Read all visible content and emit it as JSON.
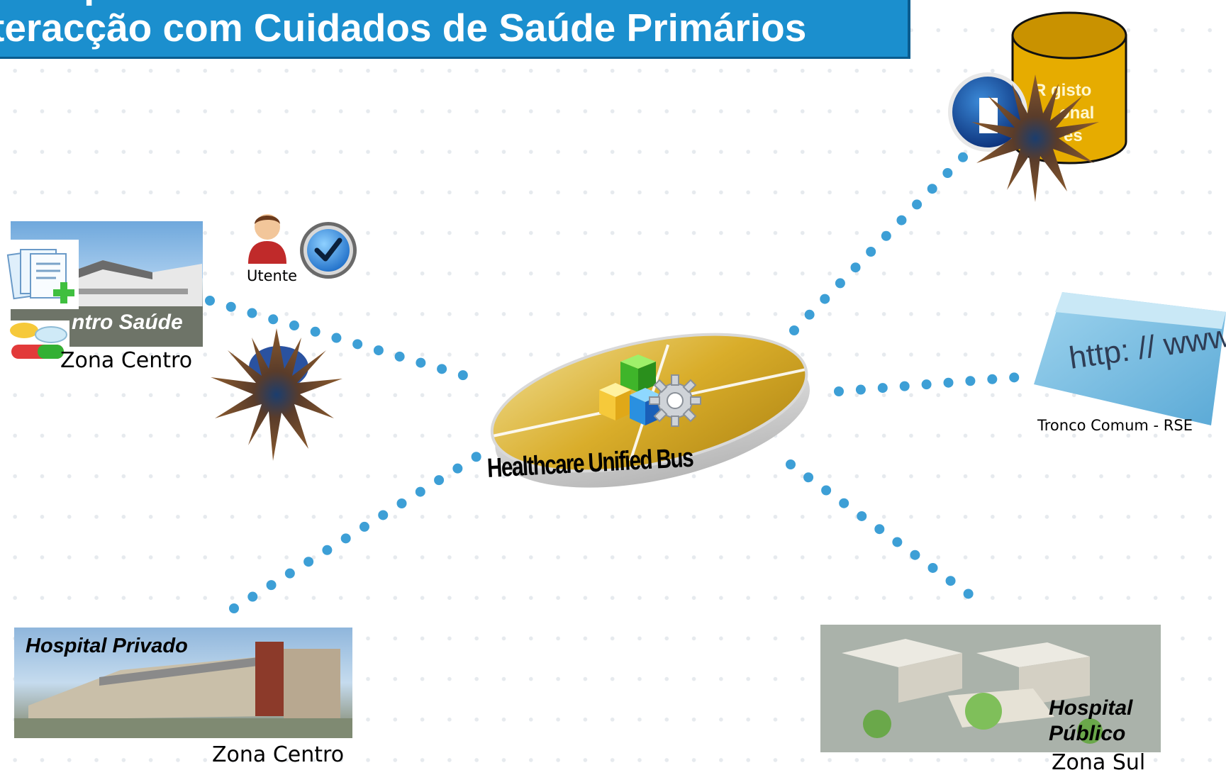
{
  "title": {
    "line1": "xemplo Prático",
    "line2": "teracção com Cuidados de Saúde Primários"
  },
  "hub": {
    "label": "Healthcare Unified Bus"
  },
  "nodes": {
    "centro_saude": {
      "name": "ntro Saúde",
      "zone": "Zona Centro",
      "patient_label": "Utente"
    },
    "registo": {
      "lines": [
        "R gisto",
        "onal",
        "es"
      ]
    },
    "tronco": {
      "url_text": "http: // www",
      "label": "Tronco Comum - RSE"
    },
    "hospital_privado": {
      "name": "Hospital Privado",
      "zone": "Zona Centro"
    },
    "hospital_publico": {
      "name_line1": "Hospital",
      "name_line2": "Público",
      "zone": "Zona Sul"
    }
  },
  "colors": {
    "banner": "#1b8fce",
    "connector_dots": "#3d9fd6",
    "hub_disc": "#d9ad2a",
    "database": "#e6ac00",
    "starburst": "#7a4a24"
  },
  "icons": [
    "documents-icon",
    "pills-icon",
    "user-icon",
    "checkmark-icon",
    "info-icon",
    "cubes-icon",
    "gear-icon",
    "database-icon",
    "starburst-icon"
  ]
}
